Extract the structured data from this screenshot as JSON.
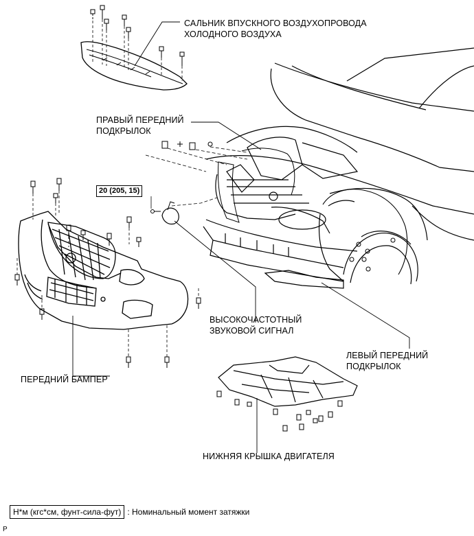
{
  "labels": {
    "intake_seal": [
      "САЛЬНИК ВПУСКНОГО ВОЗДУХОПРОВОДА",
      "ХОЛОДНОГО ВОЗДУХА"
    ],
    "right_liner": [
      "ПРАВЫЙ ПЕРЕДНИЙ",
      "ПОДКРЫЛОК"
    ],
    "horn": [
      "ВЫСОКОЧАСТОТНЫЙ",
      "ЗВУКОВОЙ СИГНАЛ"
    ],
    "left_liner": [
      "ЛЕВЫЙ ПЕРЕДНИЙ",
      "ПОДКРЫЛОК"
    ],
    "front_bumper": "ПЕРЕДНИЙ БАМПЕР",
    "engine_cover": "НИЖНЯЯ КРЫШКА ДВИГАТЕЛЯ"
  },
  "torque_spec": "20 (205, 15)",
  "legend": {
    "unit": "Н*м (кгс*см, фунт-сила-фут)",
    "description": ": Номинальный момент затяжки"
  },
  "corner_mark": "P"
}
